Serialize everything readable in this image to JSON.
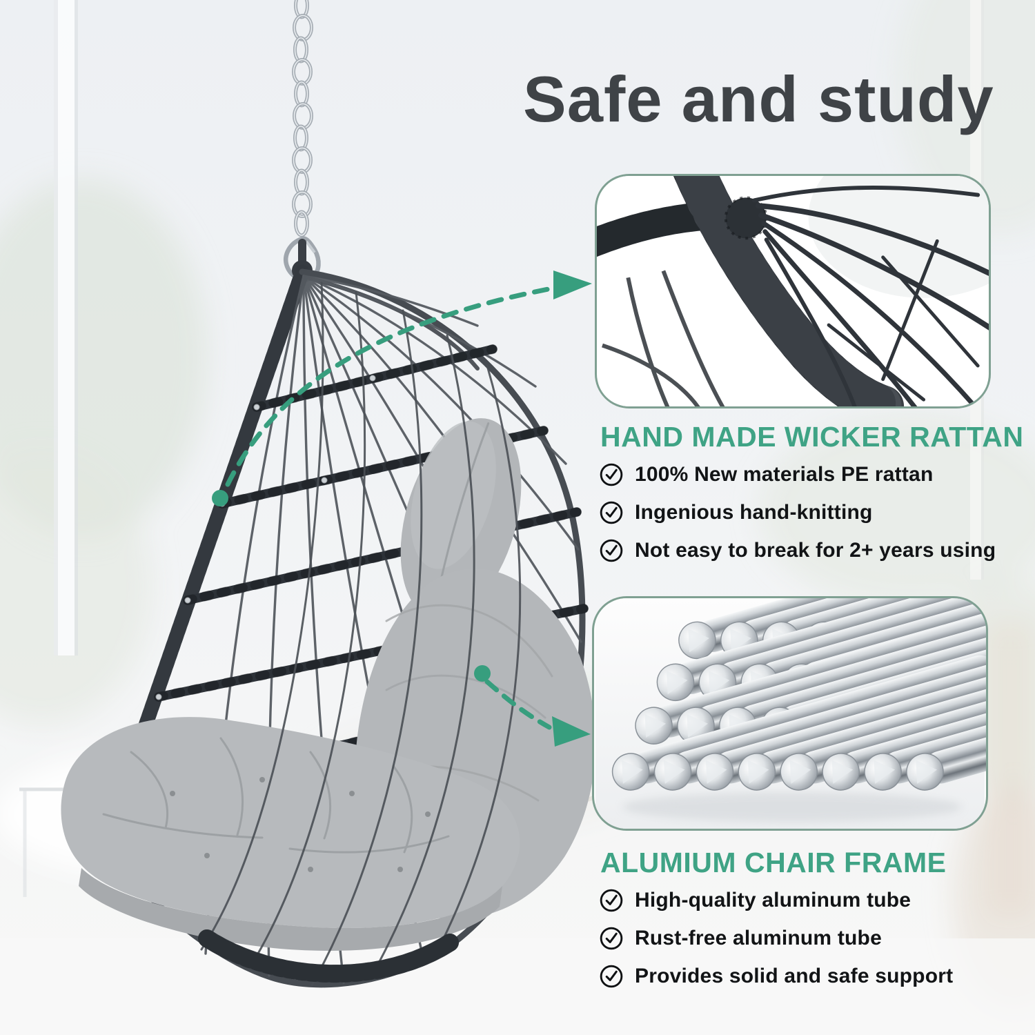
{
  "page": {
    "title": "Safe and study"
  },
  "colors": {
    "accent_green": "#3FA385",
    "arrow_green": "#379E7E",
    "title_color": "#3F4347",
    "text_color": "#121416",
    "card_border_green": "#487864"
  },
  "chair": {
    "image_name": "hanging-egg-chair-photo"
  },
  "sections": [
    {
      "image_name": "wicker-rattan-closeup",
      "heading": "HAND MADE WICKER RATTAN",
      "bullets": [
        "100% New materials PE rattan",
        "Ingenious hand-knitting",
        "Not easy to break for 2+ years using"
      ]
    },
    {
      "image_name": "aluminum-tubes-closeup",
      "heading": "ALUMIUM CHAIR FRAME",
      "bullets": [
        "High-quality aluminum tube",
        "Rust-free aluminum tube",
        "Provides solid and safe support"
      ]
    }
  ]
}
